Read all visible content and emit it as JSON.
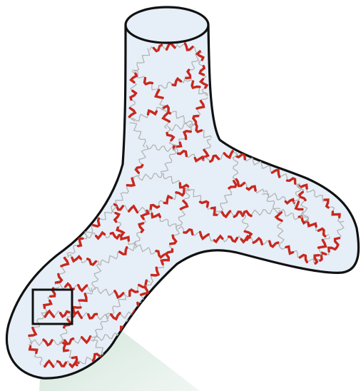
{
  "figure": {
    "kind": "branched-tube-network",
    "colors": {
      "background": "#ffffff",
      "tube_fill": "#e6eff8",
      "tube_outline": "#111111",
      "network_line": "#b4b4b4",
      "red_segment": "#c8281e",
      "zoom_box": "#111111",
      "zoom_beam_start": "#bcd9c9",
      "zoom_beam_end": "#e7f1eb"
    },
    "elements": [
      "tube-outline",
      "tube-opening",
      "polymer-network",
      "zoom-box",
      "zoom-beam"
    ]
  }
}
